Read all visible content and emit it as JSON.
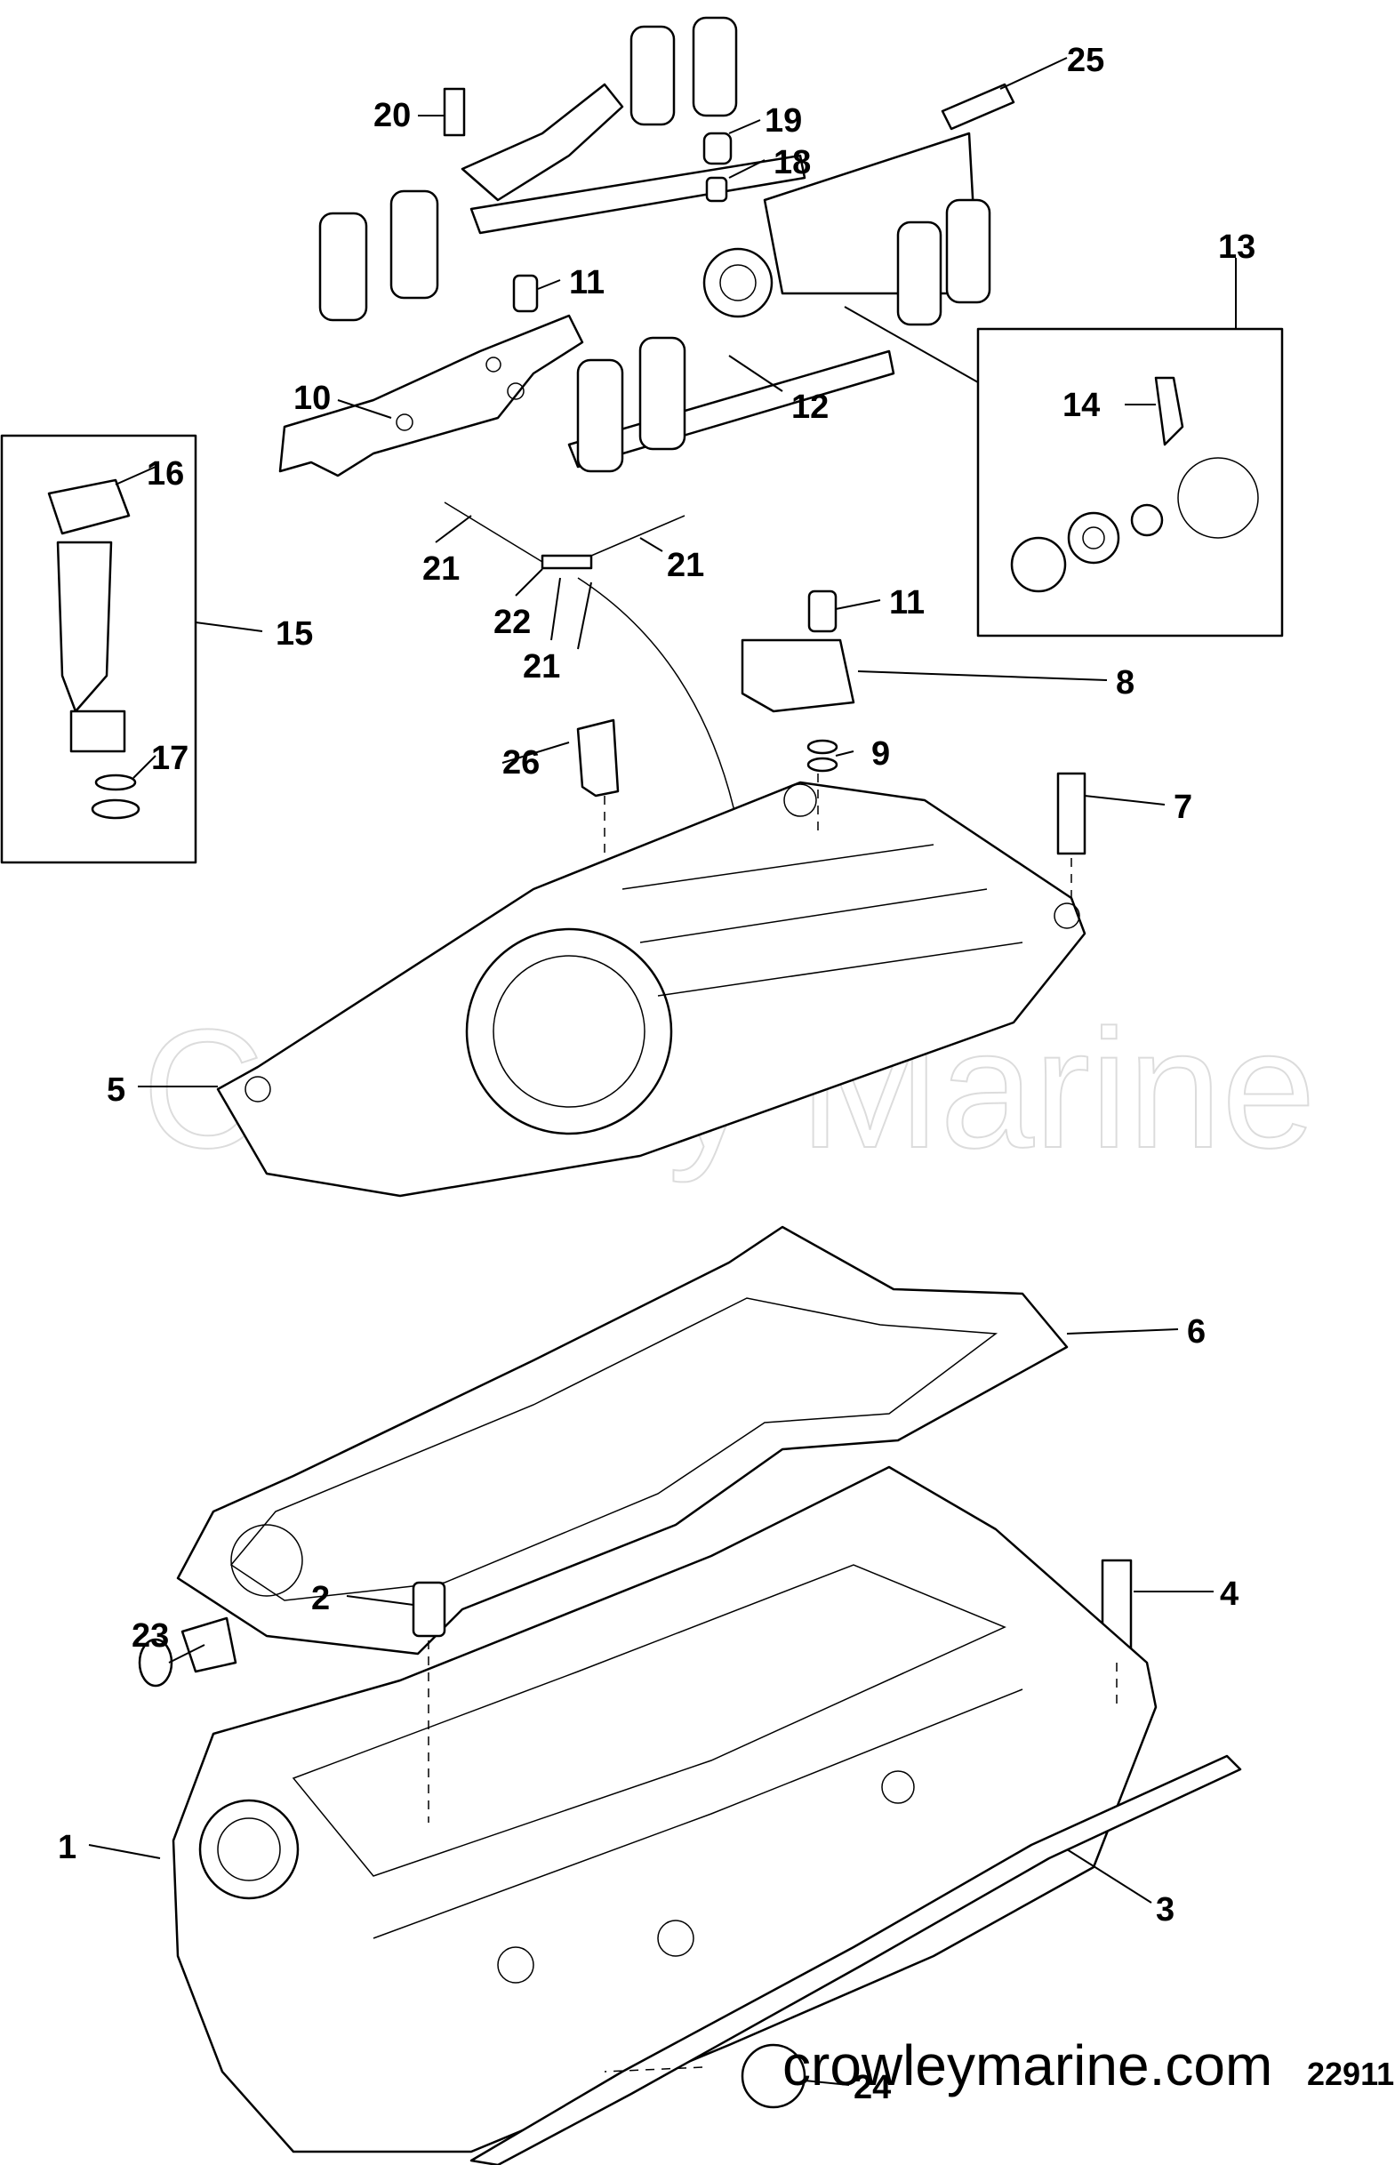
{
  "diagram": {
    "watermark": "Crowley Marine",
    "site_label": "crowleymarine.com",
    "figure_id": "22911"
  },
  "callouts": [
    {
      "id": "c1",
      "label": "1"
    },
    {
      "id": "c2",
      "label": "2"
    },
    {
      "id": "c3",
      "label": "3"
    },
    {
      "id": "c4",
      "label": "4"
    },
    {
      "id": "c5",
      "label": "5"
    },
    {
      "id": "c6",
      "label": "6"
    },
    {
      "id": "c7",
      "label": "7"
    },
    {
      "id": "c8",
      "label": "8"
    },
    {
      "id": "c9",
      "label": "9"
    },
    {
      "id": "c10",
      "label": "10"
    },
    {
      "id": "c11a",
      "label": "11"
    },
    {
      "id": "c11b",
      "label": "11"
    },
    {
      "id": "c12",
      "label": "12"
    },
    {
      "id": "c13",
      "label": "13"
    },
    {
      "id": "c14",
      "label": "14"
    },
    {
      "id": "c15",
      "label": "15"
    },
    {
      "id": "c16",
      "label": "16"
    },
    {
      "id": "c17",
      "label": "17"
    },
    {
      "id": "c18",
      "label": "18"
    },
    {
      "id": "c19",
      "label": "19"
    },
    {
      "id": "c20",
      "label": "20"
    },
    {
      "id": "c21a",
      "label": "21"
    },
    {
      "id": "c21b",
      "label": "21"
    },
    {
      "id": "c21c",
      "label": "21"
    },
    {
      "id": "c22",
      "label": "22"
    },
    {
      "id": "c23",
      "label": "23"
    },
    {
      "id": "c24",
      "label": "24"
    },
    {
      "id": "c25",
      "label": "25"
    },
    {
      "id": "c26",
      "label": "26"
    }
  ]
}
